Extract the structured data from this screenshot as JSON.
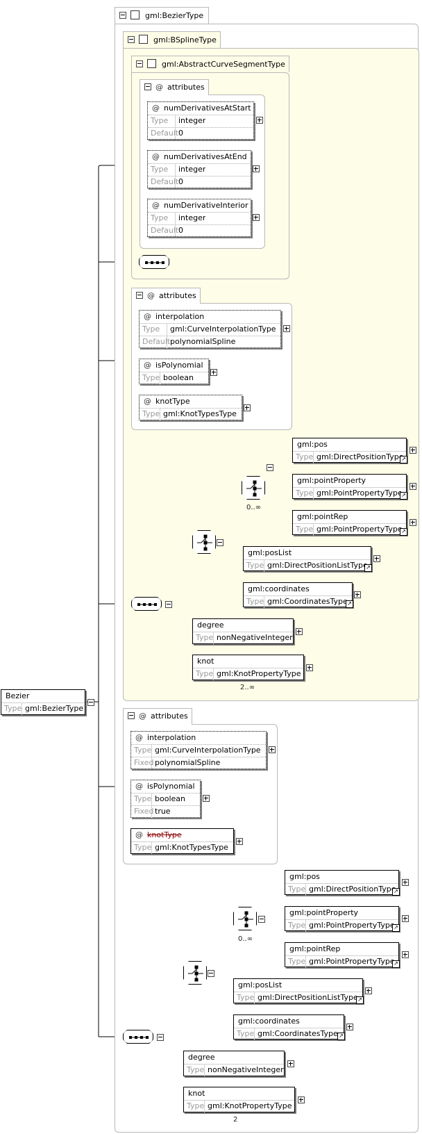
{
  "root": {
    "name": "Bezier",
    "type_label": "Type",
    "type": "gml:BezierType"
  },
  "bezier_type": {
    "label": "gml:BezierType"
  },
  "bspline_type": {
    "label": "gml:BSplineType"
  },
  "abstract_type": {
    "label": "gml:AbstractCurveSegmentType"
  },
  "abstract_attrs": {
    "label": "attributes",
    "items": [
      {
        "name": "numDerivativesAtStart",
        "type": "integer",
        "default": "0"
      },
      {
        "name": "numDerivativesAtEnd",
        "type": "integer",
        "default": "0"
      },
      {
        "name": "numDerivativeInterior",
        "type": "integer",
        "default": "0"
      }
    ]
  },
  "bspline_attrs": {
    "label": "attributes",
    "interpolation": {
      "name": "interpolation",
      "type": "gml:CurveInterpolationType",
      "default": "polynomialSpline"
    },
    "isPolynomial": {
      "name": "isPolynomial",
      "type": "boolean"
    },
    "knotType": {
      "name": "knotType",
      "type": "gml:KnotTypesType"
    }
  },
  "bspline_seq": {
    "pos": {
      "name": "gml:pos",
      "type": "gml:DirectPositionType"
    },
    "pointProperty": {
      "name": "gml:pointProperty",
      "type": "gml:PointPropertyType"
    },
    "pointRep": {
      "name": "gml:pointRep",
      "type": "gml:PointPropertyType"
    },
    "occurrence": "0..∞",
    "posList": {
      "name": "gml:posList",
      "type": "gml:DirectPositionListType"
    },
    "coordinates": {
      "name": "gml:coordinates",
      "type": "gml:CoordinatesType"
    },
    "degree": {
      "name": "degree",
      "type": "nonNegativeInteger"
    },
    "knot": {
      "name": "knot",
      "type": "gml:KnotPropertyType",
      "occurrence": "2..∞"
    }
  },
  "bezier_attrs": {
    "label": "attributes",
    "interpolation": {
      "name": "interpolation",
      "type": "gml:CurveInterpolationType",
      "fixed": "polynomialSpline"
    },
    "isPolynomial": {
      "name": "isPolynomial",
      "type": "boolean",
      "fixed": "true"
    },
    "knotType": {
      "name": "knotType",
      "type": "gml:KnotTypesType"
    }
  },
  "bezier_seq": {
    "pos": {
      "name": "gml:pos",
      "type": "gml:DirectPositionType"
    },
    "pointProperty": {
      "name": "gml:pointProperty",
      "type": "gml:PointPropertyType"
    },
    "pointRep": {
      "name": "gml:pointRep",
      "type": "gml:PointPropertyType"
    },
    "occurrence": "0..∞",
    "posList": {
      "name": "gml:posList",
      "type": "gml:DirectPositionListType"
    },
    "coordinates": {
      "name": "gml:coordinates",
      "type": "gml:CoordinatesType"
    },
    "degree": {
      "name": "degree",
      "type": "nonNegativeInteger"
    },
    "knot": {
      "name": "knot",
      "type": "gml:KnotPropertyType",
      "occurrence": "2"
    }
  },
  "labels": {
    "type": "Type",
    "default": "Default",
    "fixed": "Fixed",
    "at": "@"
  },
  "colors": {
    "group_yellow": "#fdfde8",
    "border": "#000000",
    "shadow": "#7a7a7a"
  }
}
